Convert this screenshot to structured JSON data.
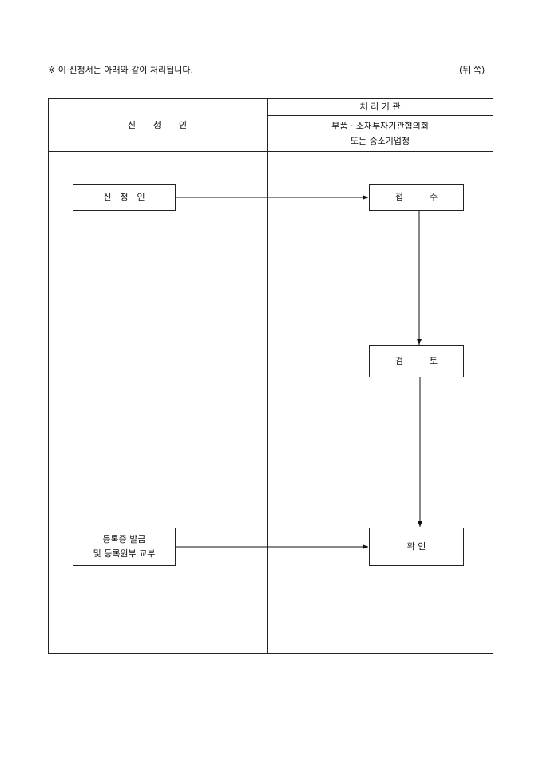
{
  "notice": "※ 이 신청서는 아래와 같이 처리됩니다.",
  "page_side": "(뒤 쪽)",
  "header": {
    "applicant": "신　　청　　인",
    "processing_org": "처 리 기 관",
    "org_line1": "부품 · 소재투자기관협의회",
    "org_line2": "또는 중소기업청"
  },
  "steps": {
    "applicant": "신　청　인",
    "receipt": "접　　　수",
    "review": "검　　　토",
    "confirm": "확 인",
    "issue_line1": "등록증 발급",
    "issue_line2": "및 등록원부 교부"
  }
}
